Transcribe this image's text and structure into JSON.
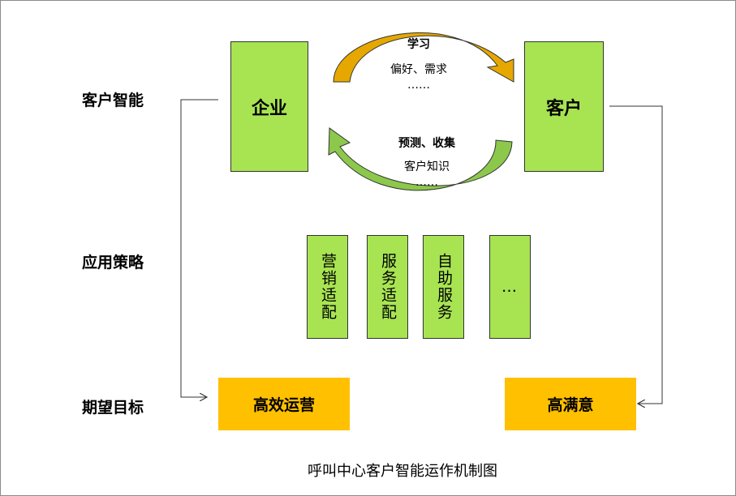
{
  "rows": [
    "客户智能",
    "应用策略",
    "期望目标"
  ],
  "enterprise": "企业",
  "customer": "客户",
  "top_cycle": {
    "title": "学习",
    "line1": "偏好、需求",
    "line2": "……"
  },
  "bottom_cycle": {
    "title": "预测、收集",
    "line1": "客户知识",
    "line2": "……"
  },
  "strategies": [
    "营销适配",
    "服务适配",
    "自助服务",
    "…"
  ],
  "goals": [
    "高效运营",
    "高满意"
  ],
  "caption": "呼叫中心客户智能运作机制图"
}
